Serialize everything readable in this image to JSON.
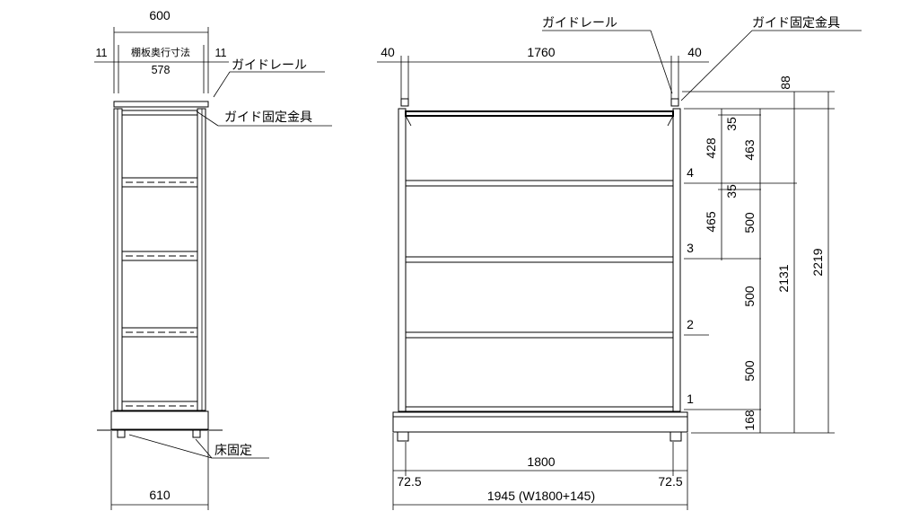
{
  "side_view": {
    "dim_top_width": "600",
    "dim_left_gap": "11",
    "dim_right_gap": "11",
    "shelf_depth_label": "棚板奥行寸法",
    "shelf_depth_value": "578",
    "label_guide_rail": "ガイドレール",
    "label_guide_fixture": "ガイド固定金具",
    "label_floor_fix": "床固定",
    "dim_bottom_depth": "610"
  },
  "front_view": {
    "label_guide_rail": "ガイドレール",
    "label_guide_fixture": "ガイド固定金具",
    "dim_left_gap": "40",
    "dim_top_span": "1760",
    "dim_right_gap": "40",
    "dim_top_88": "88",
    "dim_35_top": "35",
    "dim_463": "463",
    "dim_428": "428",
    "dim_35_mid": "35",
    "dim_465": "465",
    "dim_500_a": "500",
    "dim_500_b": "500",
    "dim_500_c": "500",
    "dim_168": "168",
    "dim_2131": "2131",
    "dim_2219": "2219",
    "shelf_numbers": [
      "4",
      "3",
      "2",
      "1"
    ],
    "dim_inner_width": "1800",
    "dim_left_margin": "72.5",
    "dim_right_margin": "72.5",
    "dim_total_width": "1945 (W1800+145)"
  }
}
